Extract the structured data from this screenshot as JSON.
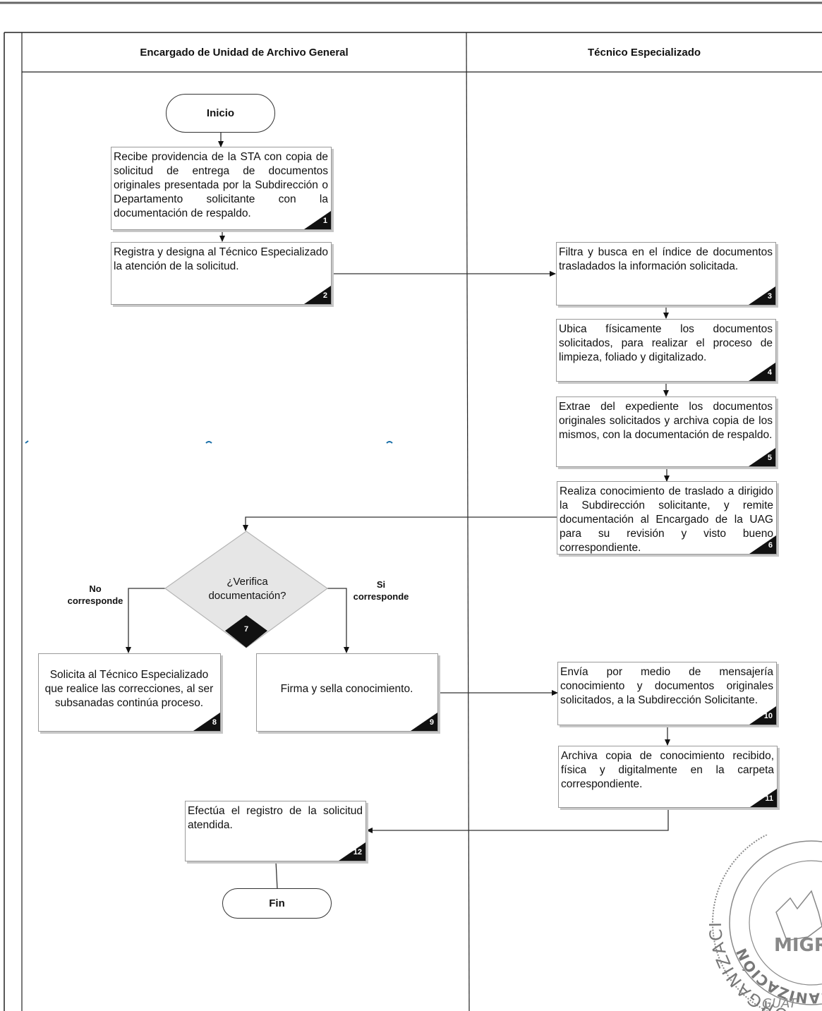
{
  "lanes": {
    "left": "Encargado de Unidad de Archivo General",
    "right": "Técnico Especializado"
  },
  "terminals": {
    "start": "Inicio",
    "end": "Fin"
  },
  "steps": [
    {
      "num": "1",
      "text": "Recibe providencia de la STA con copia de solicitud de entrega de documentos originales presentada por la Subdirección o Departamento solicitante con la documentación de respaldo."
    },
    {
      "num": "2",
      "text": "Registra y designa al Técnico Especializado la atención de la solicitud."
    },
    {
      "num": "3",
      "text": "Filtra y busca en el índice de documentos trasladados la información solicitada."
    },
    {
      "num": "4",
      "text": "Ubica físicamente los documentos solicitados, para realizar el proceso de limpieza, foliado y digitalizado."
    },
    {
      "num": "5",
      "text": "Extrae del expediente los documentos originales solicitados y archiva copia de los mismos, con la documentación de respaldo."
    },
    {
      "num": "6",
      "text": "Realiza conocimiento de traslado a dirigido la Subdirección solicitante, y remite documentación al Encargado de la UAG para su revisión y visto bueno correspondiente."
    },
    {
      "num": "7",
      "text": "¿Verifica documentación?"
    },
    {
      "num": "8",
      "text": "Solicita al Técnico Especializado que realice las correcciones, al ser subsanadas continúa proceso."
    },
    {
      "num": "9",
      "text": "Firma y sella conocimiento."
    },
    {
      "num": "10",
      "text": "Envía por medio de mensajería conocimiento y documentos originales solicitados, a la Subdirección Solicitante."
    },
    {
      "num": "11",
      "text": "Archiva copia de conocimiento recibido, física y digitalmente en la carpeta correspondiente."
    },
    {
      "num": "12",
      "text": "Efectúa el registro de la solicitud atendida."
    }
  ],
  "branches": {
    "no": [
      "No",
      "corresponde"
    ],
    "yes": [
      "Si",
      "corresponde"
    ]
  },
  "seal": {
    "ring_text": "SUBDIRECCIÓN DE ORGANIZACIÓN",
    "inner_ring": "UNIDAD DE ORGANIZACIÓN",
    "center": "MIGRA",
    "bottom": "GUAT"
  }
}
